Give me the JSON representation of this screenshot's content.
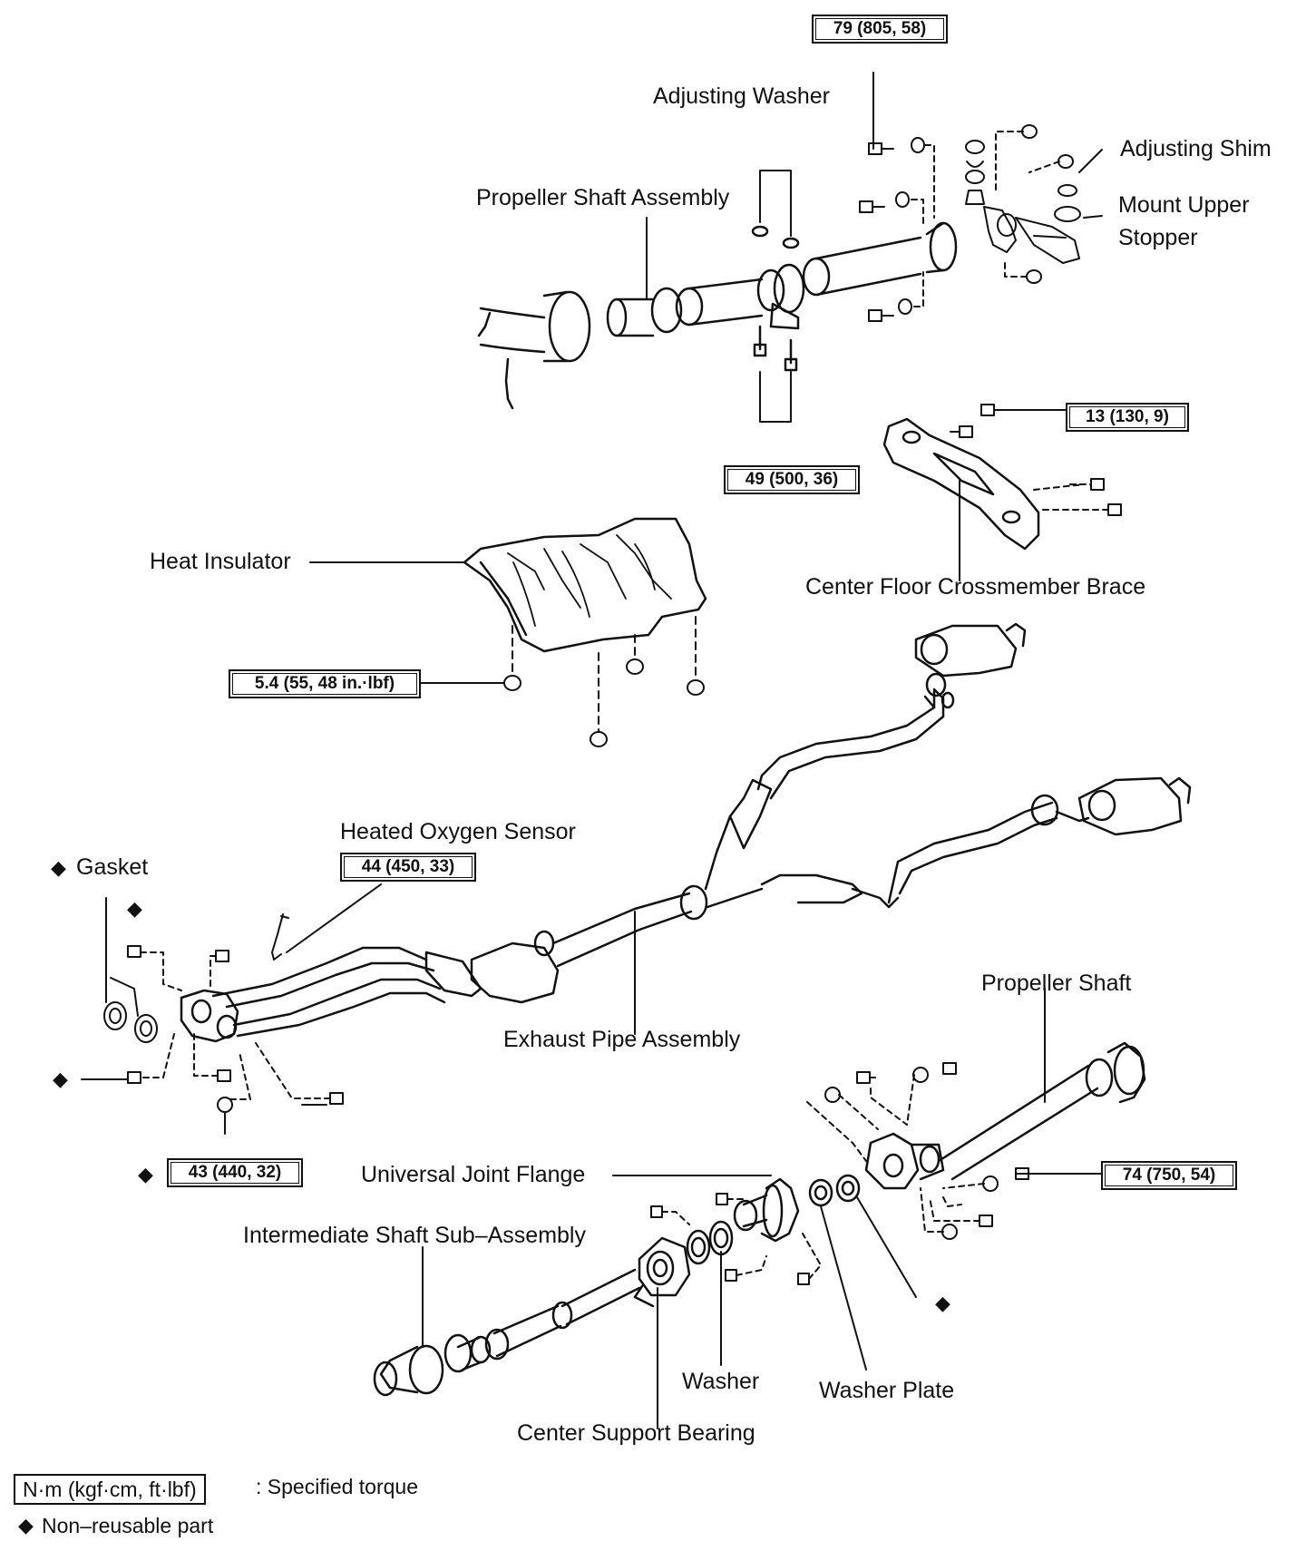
{
  "labels": {
    "adjusting_washer": "Adjusting Washer",
    "propeller_shaft_assembly": "Propeller Shaft Assembly",
    "adjusting_shim": "Adjusting Shim",
    "mount_upper_stopper_1": "Mount Upper",
    "mount_upper_stopper_2": "Stopper",
    "center_floor_crossmember_brace": "Center Floor Crossmember Brace",
    "heat_insulator": "Heat Insulator",
    "heated_oxygen_sensor": "Heated Oxygen Sensor",
    "gasket": "Gasket",
    "exhaust_pipe_assembly": "Exhaust Pipe Assembly",
    "propeller_shaft": "Propeller Shaft",
    "universal_joint_flange": "Universal Joint Flange",
    "intermediate_shaft_sub_assembly": "Intermediate Shaft Sub–Assembly",
    "washer": "Washer",
    "washer_plate": "Washer Plate",
    "center_support_bearing": "Center Support Bearing"
  },
  "torques": {
    "t79": "79 (805, 58)",
    "t13": "13 (130, 9)",
    "t49": "49 (500, 36)",
    "t54": "5.4 (55, 48 in.·lbf)",
    "t44": "44 (450, 33)",
    "t43": "43 (440, 32)",
    "t74": "74 (750, 54)"
  },
  "legend": {
    "torque_unit": "N·m (kgf·cm, ft·lbf)",
    "torque_desc": ": Specified torque",
    "non_reusable": "Non–reusable part"
  },
  "symbols": {
    "diamond": "◆"
  }
}
